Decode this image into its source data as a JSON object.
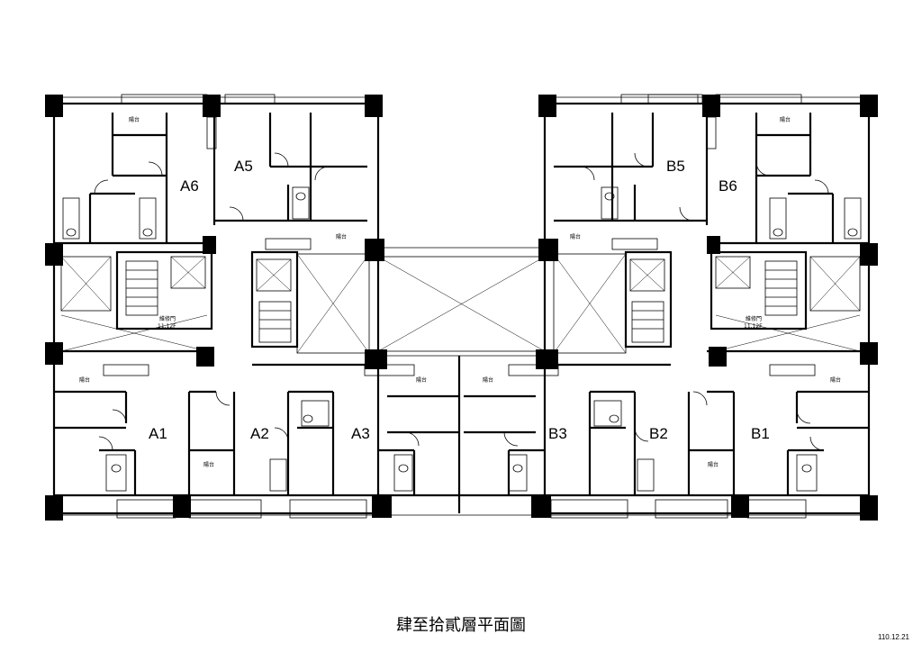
{
  "title": "肆至拾貳層平面圖",
  "date": "110.12.21",
  "units": [
    {
      "id": "a6",
      "label": "A6"
    },
    {
      "id": "a5",
      "label": "A5"
    },
    {
      "id": "b5",
      "label": "B5"
    },
    {
      "id": "b6",
      "label": "B6"
    },
    {
      "id": "a1",
      "label": "A1"
    },
    {
      "id": "a2",
      "label": "A2"
    },
    {
      "id": "a3",
      "label": "A3"
    },
    {
      "id": "b3",
      "label": "B3"
    },
    {
      "id": "b2",
      "label": "B2"
    },
    {
      "id": "b1",
      "label": "B1"
    }
  ],
  "balcony_label": "陽台",
  "maintenance_door_label": "維修門",
  "maintenance_floors_label": "11,12F"
}
